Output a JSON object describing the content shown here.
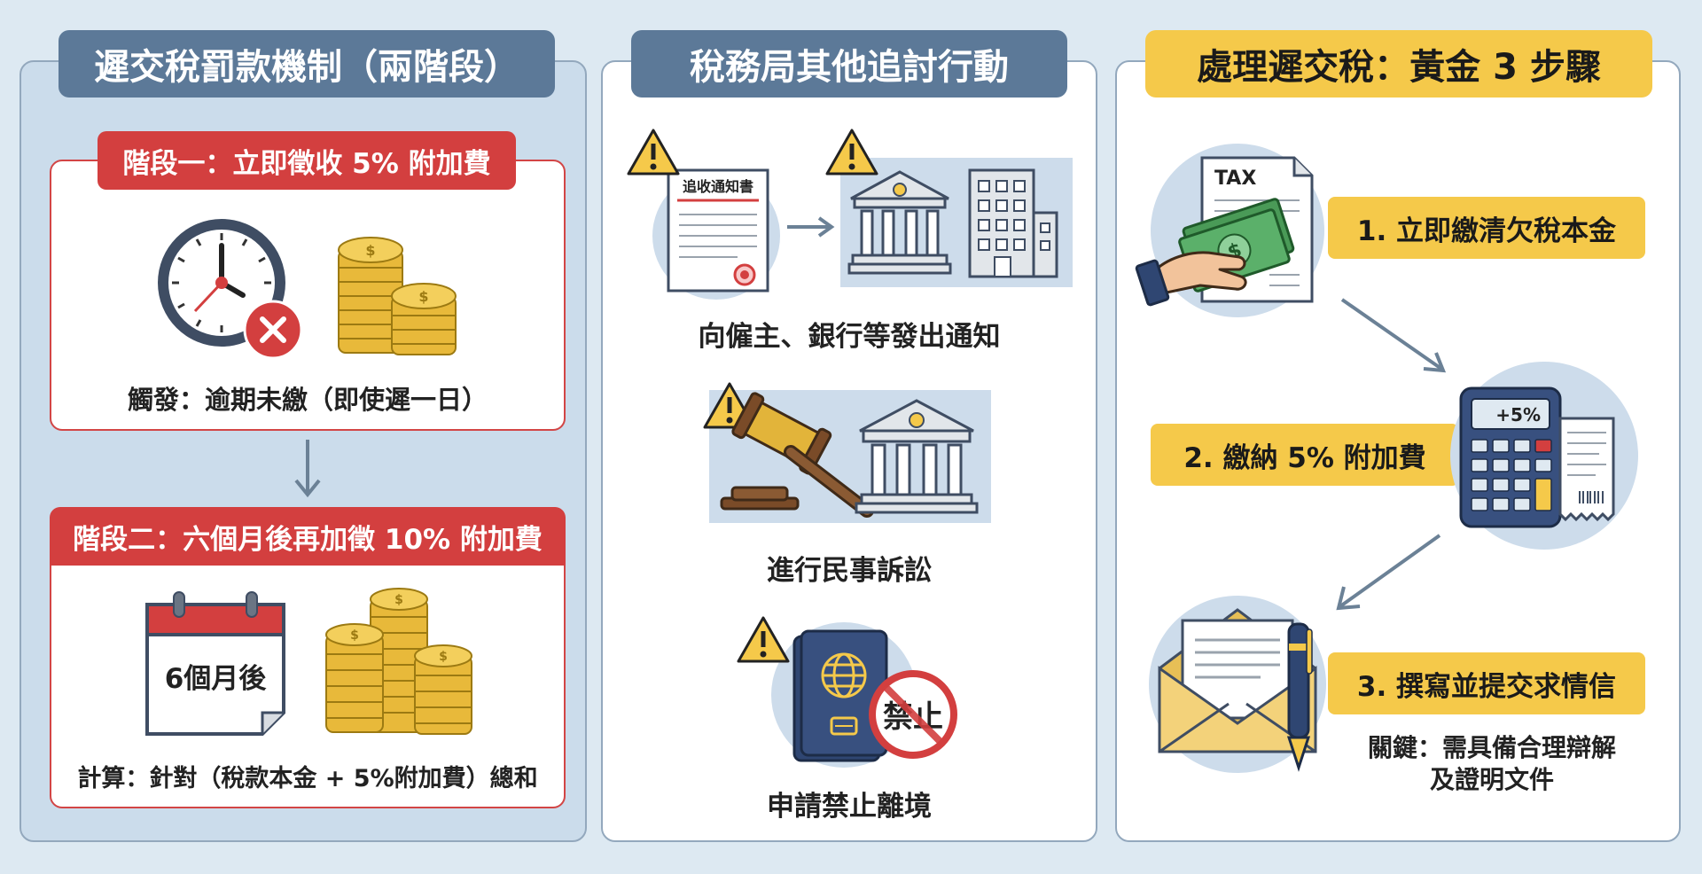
{
  "colors": {
    "page_background": "#dde9f2",
    "panel_title_blue": "#5c7998",
    "stage_red": "#d33f3f",
    "step_yellow": "#f5c94a",
    "arrow": "#6b8196"
  },
  "left_panel": {
    "title": "遲交稅罰款機制（兩階段）",
    "stage1": {
      "label": "階段一：立即徵收 5% 附加費",
      "icons": [
        "clock-icon",
        "cancel-icon",
        "coin-stack-icon"
      ],
      "caption": "觸發：逾期未繳（即使遲一日）"
    },
    "stage2": {
      "label": "階段二：六個月後再加徵 10% 附加費",
      "calendar_text": "6個月後",
      "icons": [
        "calendar-icon",
        "coin-stack-icon"
      ],
      "caption": "計算：針對（稅款本金 + 5%附加費）總和"
    }
  },
  "middle_panel": {
    "title": "稅務局其他追討行動",
    "actions": [
      {
        "document_title": "追收通知書",
        "icons": [
          "warning-icon",
          "notice-document-icon",
          "bank-icon",
          "office-building-icon"
        ],
        "caption": "向僱主、銀行等發出通知"
      },
      {
        "icons": [
          "warning-icon",
          "gavel-icon",
          "courthouse-icon"
        ],
        "caption": "進行民事訴訟"
      },
      {
        "badge_text": "禁止",
        "icons": [
          "warning-icon",
          "passport-icon",
          "prohibited-icon"
        ],
        "caption": "申請禁止離境"
      }
    ]
  },
  "right_panel": {
    "title": "處理遲交稅：黃金 3 步驟",
    "steps": [
      {
        "label": "1. 立即繳清欠稅本金",
        "doc_text": "TAX",
        "icons": [
          "tax-document-icon",
          "cash-hand-icon"
        ]
      },
      {
        "label": "2. 繳納 5% 附加費",
        "display_text": "+5%",
        "icons": [
          "calculator-icon",
          "receipt-icon"
        ]
      },
      {
        "label": "3. 撰寫並提交求情信",
        "note_line1": "關鍵：需具備合理辯解",
        "note_line2": "及證明文件",
        "icons": [
          "envelope-letter-icon",
          "pen-icon"
        ]
      }
    ]
  }
}
